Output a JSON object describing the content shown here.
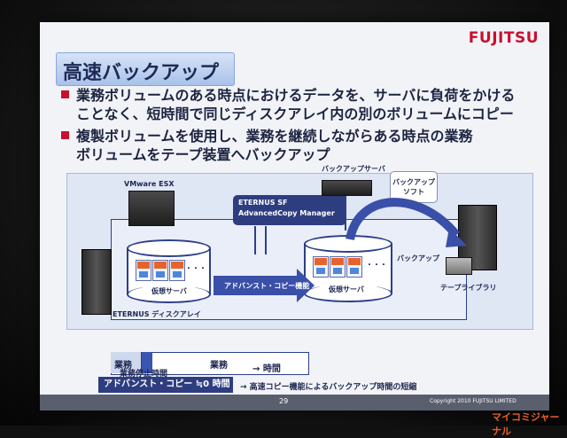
{
  "slide": {
    "logo": "FUJITSU",
    "title": "高速バックアップ",
    "bullets": [
      {
        "line1": "業務ボリュームのある時点におけるデータを、サーバに負荷をかける",
        "line2": "ことなく、短時間で同じディスクアレイ内の別のボリュームにコピー"
      },
      {
        "line1": "複製ボリュームを使用し、業務を継続しながらある時点の業務",
        "line2": "ボリュームをテープ装置へバックアップ"
      }
    ],
    "diagram": {
      "vmware": "VMware ESX",
      "eternus_sf_line1": "ETERNUS SF",
      "eternus_sf_line2": "AdvancedCopy Manager",
      "backup_server": "バックアップサーバ",
      "backup_soft_line1": "バックアップ",
      "backup_soft_line2": "ソフト",
      "advanced_copy": "アドバンスト・コピー機能",
      "vserver_left": "仮想サーバ",
      "vserver_right": "仮想サーバ",
      "backup": "バックアップ",
      "tape_library": "テープライブラリ",
      "disk_array": "ETERNUS ディスクアレイ",
      "dots": "・・・"
    },
    "timeline": {
      "seg1": "業務",
      "seg2": "業務",
      "stop_time": "業務停止時間",
      "copy_box": "アドバンスト・コピー ≒0 時間",
      "time_axis": "→ 時間",
      "note": "→ 高速コピー機能によるバックアップ時間の短縮"
    },
    "footer": {
      "page": "29",
      "copyright": "Copyright 2010 FUJITSU LIMITED"
    }
  },
  "watermark": "マイコミジャーナル"
}
